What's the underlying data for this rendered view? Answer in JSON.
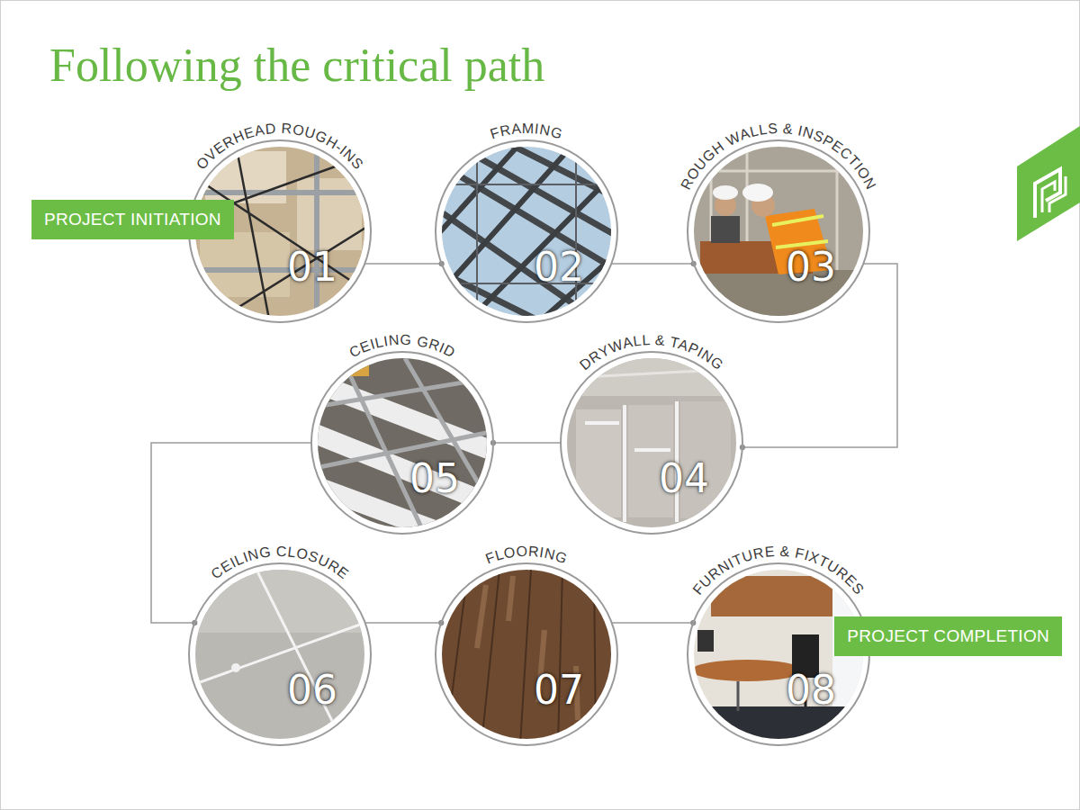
{
  "diagram": {
    "title": "Following the critical path",
    "nodes": [
      {
        "text": [
          "OVERHEAD ROUGH-INS",
          "01"
        ]
      },
      {
        "text": [
          "PROJECT INITIATION"
        ]
      },
      {
        "text": [
          "FRAMING",
          "02"
        ]
      },
      {
        "text": [
          "ROUGH WALLS & INSPECTION",
          "03"
        ]
      },
      {
        "text": [
          "DRYWALL & TAPING",
          "04"
        ]
      },
      {
        "text": [
          "CEILING GRID",
          "05"
        ]
      },
      {
        "text": [
          "CEILING CLOSURE",
          "06"
        ]
      },
      {
        "text": [
          "FLOORING",
          "07"
        ]
      },
      {
        "text": [
          "FURNITURE & FIXTURES",
          "08"
        ]
      },
      {
        "text": [
          "PROJECT COMPLETION"
        ]
      }
    ],
    "edges": [
      {
        "from": 0,
        "to": 2,
        "arrow": "to"
      },
      {
        "from": 2,
        "to": 3,
        "arrow": "to"
      },
      {
        "from": 3,
        "to": 4,
        "arrow": "to"
      },
      {
        "from": 4,
        "to": 5,
        "arrow": "to"
      },
      {
        "from": 5,
        "to": 6,
        "arrow": "to"
      },
      {
        "from": 6,
        "to": 7,
        "arrow": "to"
      },
      {
        "from": 7,
        "to": 8,
        "arrow": "to"
      }
    ]
  }
}
